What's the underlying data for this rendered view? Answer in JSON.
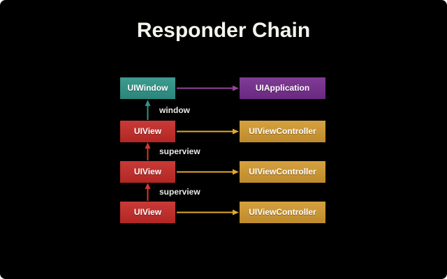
{
  "slide": {
    "title": "Responder Chain",
    "background": "#000000"
  },
  "colors": {
    "uiwindow_box": "#2f9488",
    "uiapplication_box": "#762d8e",
    "uiview_box": "#c52b28",
    "uiviewcontroller_box": "#d39a31",
    "window_arrow": "#2f9488",
    "application_arrow": "#94449e",
    "superview_arrow": "#cc3a32",
    "controller_arrow": "#e2a82e",
    "title_text": "#f4f4ef",
    "label_text": "#e8e8e6"
  },
  "diagram": {
    "rows": [
      {
        "left_label": "UIWindow",
        "right_label": "UIApplication"
      },
      {
        "left_label": "UIView",
        "right_label": "UIViewController",
        "arrow_label": "window"
      },
      {
        "left_label": "UIView",
        "right_label": "UIViewController",
        "arrow_label": "superview"
      },
      {
        "left_label": "UIView",
        "right_label": "UIViewController",
        "arrow_label": "superview"
      }
    ]
  }
}
